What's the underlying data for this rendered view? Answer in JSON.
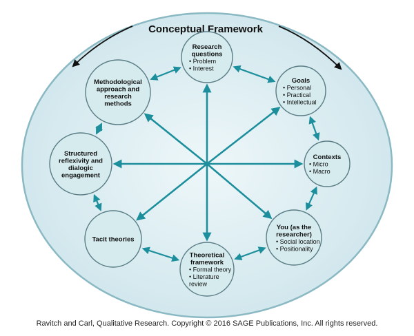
{
  "title": "Conceptual Framework",
  "copyright": "Ravitch and Carl, Qualitative Research. Copyright © 2016 SAGE Publications, Inc. All rights reserved.",
  "colors": {
    "arrow": "#1c8e9c",
    "node_fill": "#d5ebee",
    "node_stroke": "#5a7c85",
    "outer_fill": "#ddeef2",
    "outer_stroke": "#8ab9c4"
  },
  "nodes": [
    {
      "id": "research-questions",
      "title": [
        "Research",
        "questions"
      ],
      "bullets": [
        "Problem",
        "Interest"
      ]
    },
    {
      "id": "goals",
      "title": [
        "Goals"
      ],
      "bullets": [
        "Personal",
        "Practical",
        "Intellectual"
      ]
    },
    {
      "id": "contexts",
      "title": [
        "Contexts"
      ],
      "bullets": [
        "Micro",
        "Macro"
      ]
    },
    {
      "id": "you-as-researcher",
      "title": [
        "You (as the",
        "researcher)"
      ],
      "bullets": [
        "Social location",
        "Positionality"
      ]
    },
    {
      "id": "theoretical-framework",
      "title": [
        "Theoretical",
        "framework"
      ],
      "bullets": [
        "Formal theory",
        "Literature",
        "review"
      ]
    },
    {
      "id": "tacit-theories",
      "title": [
        "Tacit theories"
      ],
      "bullets": []
    },
    {
      "id": "structured-reflexivity",
      "title": [
        "Structured",
        "reflexivity and",
        "dialogic",
        "engagement"
      ],
      "bullets": []
    },
    {
      "id": "methodological-approach",
      "title": [
        "Methodological",
        "approach and",
        "research",
        "methods"
      ],
      "bullets": []
    }
  ]
}
